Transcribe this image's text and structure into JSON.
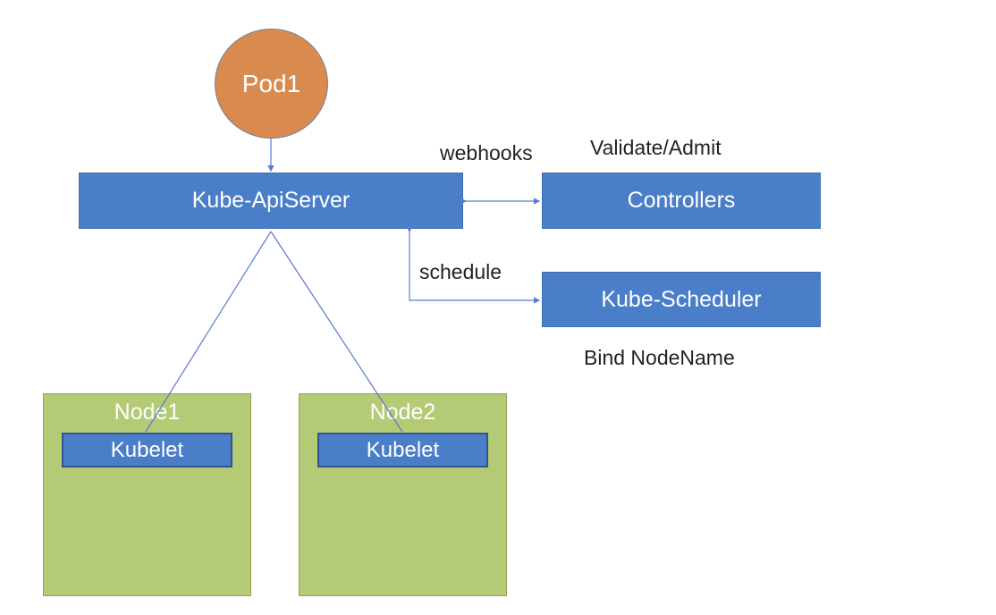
{
  "pod": {
    "label": "Pod1"
  },
  "apiserver": {
    "label": "Kube-ApiServer"
  },
  "controllers": {
    "label": "Controllers"
  },
  "scheduler": {
    "label": "Kube-Scheduler"
  },
  "nodes": [
    {
      "label": "Node1",
      "kubelet": "Kubelet"
    },
    {
      "label": "Node2",
      "kubelet": "Kubelet"
    }
  ],
  "annotations": {
    "webhooks": "webhooks",
    "validate_admit": "Validate/Admit",
    "schedule": "schedule",
    "bind_nodename": "Bind NodeName"
  },
  "colors": {
    "box_blue": "#4a7ec8",
    "pod_orange": "#d98a4f",
    "node_green": "#b4ca74",
    "connector": "#5b7bd0"
  }
}
